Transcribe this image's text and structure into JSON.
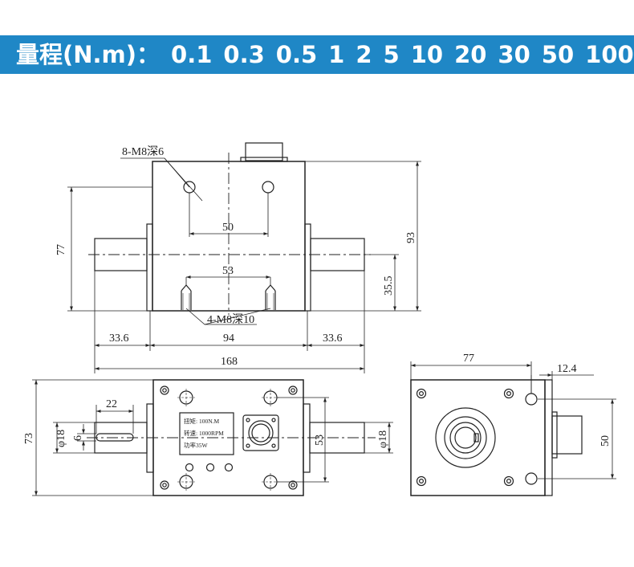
{
  "banner": {
    "label": "量程(N.m)：",
    "ranges": [
      "0.1",
      "0.3",
      "0.5",
      "1",
      "2",
      "5",
      "10",
      "20",
      "30",
      "50",
      "100"
    ]
  },
  "front_view": {
    "top_hole_note": "8-M8深6",
    "bottom_hole_note": "4-M8深10",
    "dim_top_holes": "50",
    "dim_bottom_holes": "53",
    "dim_height_body": "77",
    "dim_height_total": "93",
    "dim_center_height": "35.5",
    "dim_shaft_left": "33.6",
    "dim_body_width": "94",
    "dim_shaft_right": "33.6",
    "dim_total_length": "168"
  },
  "top_view": {
    "dim_key_length": "22",
    "dim_shaft_diameter_left": "φ18",
    "dim_key_width": "6",
    "dim_depth": "73",
    "dim_hole_spacing": "53",
    "dim_shaft_diameter_right": "φ18",
    "plate_line_1": "扭矩: 100N.M",
    "plate_line_2": "转速: 1000RPM",
    "plate_line_3": "功率35W"
  },
  "side_view": {
    "dim_width": "77",
    "dim_connector": "12.4",
    "dim_height": "50"
  },
  "colors": {
    "banner_bg": "#1f87c6",
    "banner_text": "#ffffff",
    "line": "#222222"
  }
}
